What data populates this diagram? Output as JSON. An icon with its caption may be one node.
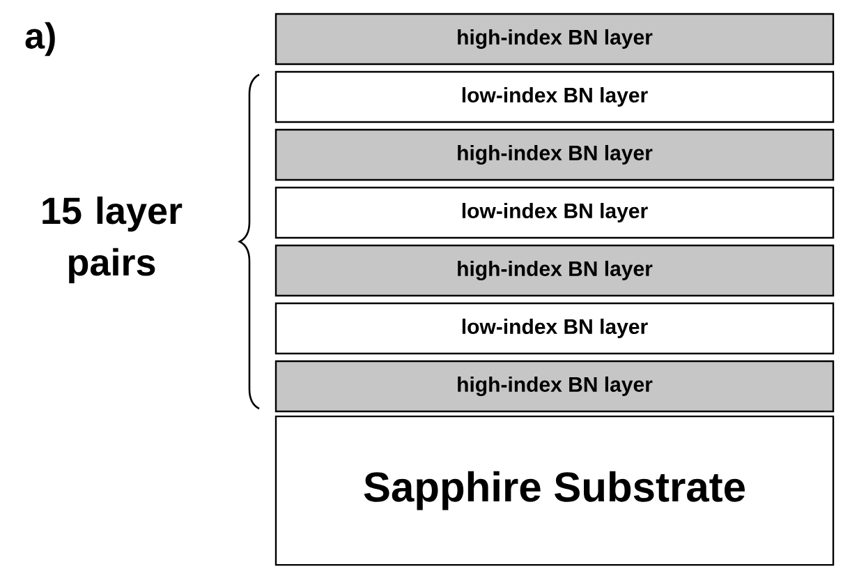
{
  "diagram": {
    "nodes": [
      {
        "text": [
          "high-index BN layer"
        ]
      },
      {
        "text": [
          "low-index BN layer"
        ]
      },
      {
        "text": [
          "high-index BN layer"
        ]
      },
      {
        "text": [
          "low-index BN layer"
        ]
      },
      {
        "text": [
          "high-index BN layer"
        ]
      },
      {
        "text": [
          "low-index BN layer"
        ]
      },
      {
        "text": [
          "high-index BN layer"
        ]
      },
      {
        "text": [
          "Sapphire Substrate"
        ]
      }
    ],
    "labels": [
      "a)",
      "15 layer pairs"
    ]
  }
}
